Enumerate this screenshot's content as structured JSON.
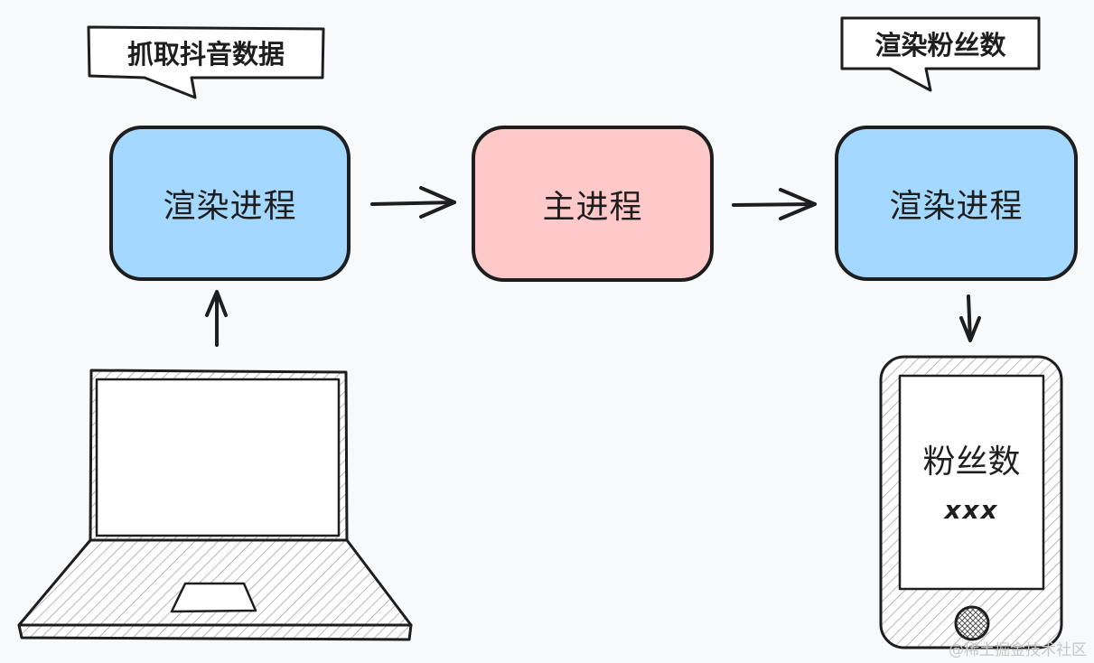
{
  "diagram": {
    "callout_fetch": "抓取抖音数据",
    "callout_render": "渲染粉丝数",
    "node_renderer_left": "渲染进程",
    "node_main": "主进程",
    "node_renderer_right": "渲染进程",
    "phone_title": "粉丝数",
    "phone_value": "xxx"
  },
  "watermark": "@稀土掘金技术社区",
  "colors": {
    "renderer_fill": "#a5d8ff",
    "main_fill": "#ffc9c9",
    "stroke": "#1e1e1e",
    "background": "#f8f9fa"
  }
}
